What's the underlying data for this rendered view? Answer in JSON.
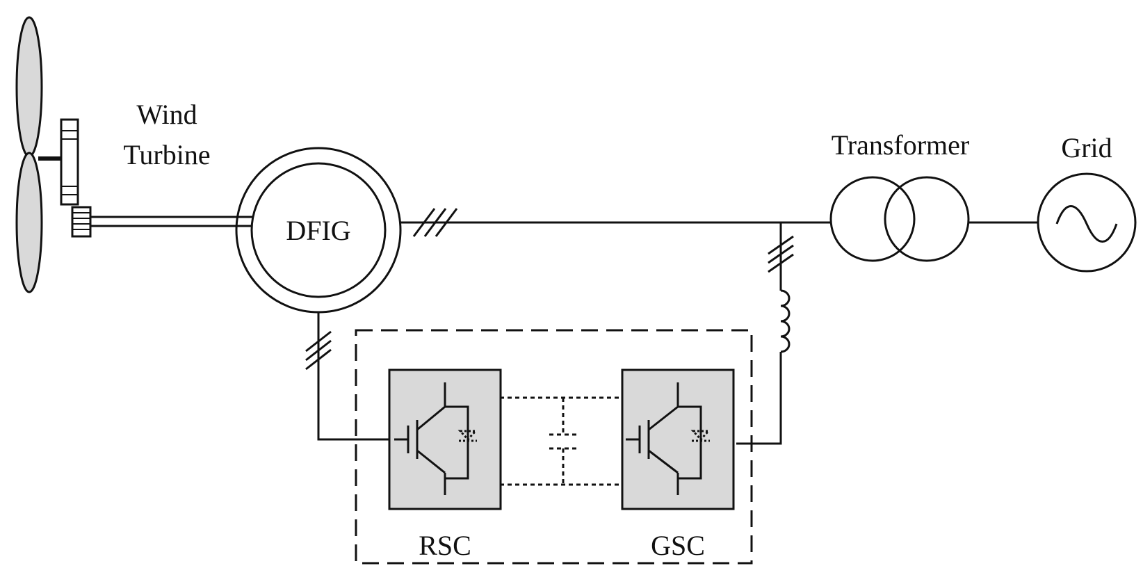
{
  "labels": {
    "wind_turbine_line1": "Wind",
    "wind_turbine_line2": "Turbine",
    "generator": "DFIG",
    "transformer": "Transformer",
    "grid": "Grid",
    "rotor_side_converter": "RSC",
    "grid_side_converter": "GSC"
  },
  "colors": {
    "stroke": "#111111",
    "blade_fill": "#d9d9d9",
    "converter_fill": "#d9d9d9",
    "background": "#ffffff"
  },
  "icons": {
    "grid_source": "sine-wave-icon",
    "converter_switch": "igbt-icon"
  }
}
